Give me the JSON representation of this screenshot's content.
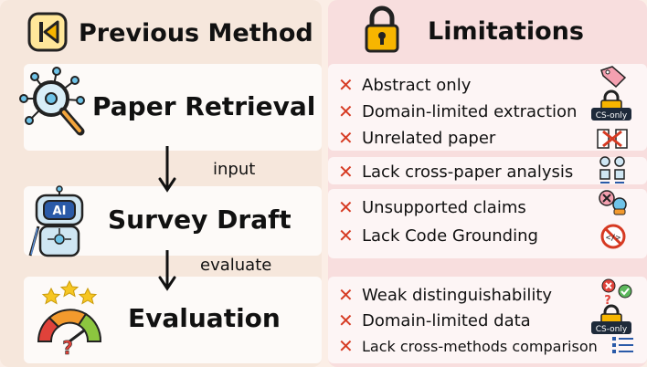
{
  "headers": {
    "previous_method": "Previous Method",
    "limitations": "Limitations"
  },
  "stages": [
    {
      "label": "Paper Retrieval"
    },
    {
      "label": "Survey Draft"
    },
    {
      "label": "Evaluation"
    }
  ],
  "arrows": [
    {
      "label": "input"
    },
    {
      "label": "evaluate"
    }
  ],
  "limitations": [
    {
      "text": "Abstract only"
    },
    {
      "text": "Domain-limited extraction"
    },
    {
      "text": "Unrelated paper"
    },
    {
      "text": "Lack cross-paper analysis"
    },
    {
      "text": "Unsupported claims"
    },
    {
      "text": "Lack Code Grounding"
    },
    {
      "text": "Weak distinguishability"
    },
    {
      "text": "Domain-limited data"
    },
    {
      "text": "Lack cross-methods comparison"
    }
  ],
  "badges": {
    "cs_only_1": "CS-only",
    "cs_only_2": "CS-only",
    "ai": "AI"
  },
  "colors": {
    "cross": "#d63a22",
    "left_bg": "#f6e7dc",
    "right_bg": "#f8dede",
    "gauge_red": "#e0423a",
    "gauge_orange": "#f39a2d",
    "gauge_green": "#8cc63f",
    "star": "#f6c623"
  }
}
